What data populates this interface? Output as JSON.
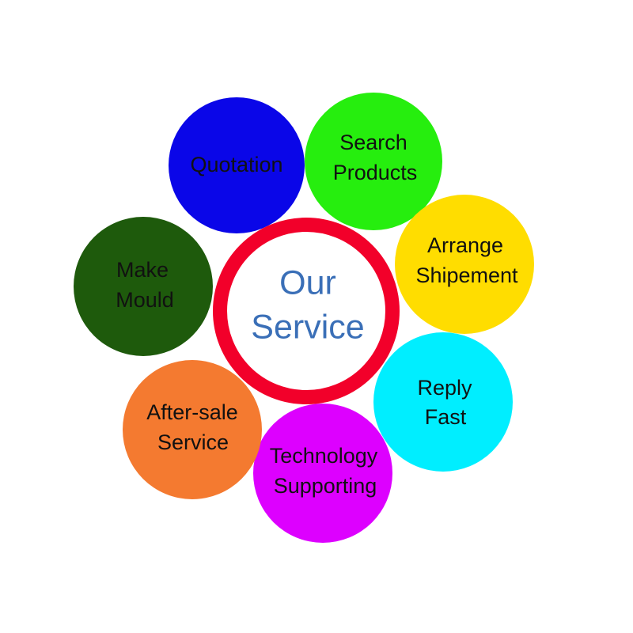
{
  "center": {
    "line1": "Our",
    "line2": "Service",
    "text_color": "#3a6fb7",
    "ring_color": "#f2002a"
  },
  "services": [
    {
      "id": "quotation",
      "line1": "Quotation",
      "line2": "",
      "color": "#0a06e8"
    },
    {
      "id": "search-products",
      "line1": "Search",
      "line2": "Products",
      "color": "#26ee0e"
    },
    {
      "id": "arrange-shipement",
      "line1": "Arrange",
      "line2": "Shipement",
      "color": "#ffdd00"
    },
    {
      "id": "reply-fast",
      "line1": "Reply",
      "line2": "Fast",
      "color": "#00eeff"
    },
    {
      "id": "technology-supporting",
      "line1": "Technology",
      "line2": "Supporting",
      "color": "#dd00ff"
    },
    {
      "id": "after-sale-service",
      "line1": "After-sale",
      "line2": "Service",
      "color": "#f47a30"
    },
    {
      "id": "make-mould",
      "line1": "Make",
      "line2": "Mould",
      "color": "#1e5a0c"
    }
  ]
}
